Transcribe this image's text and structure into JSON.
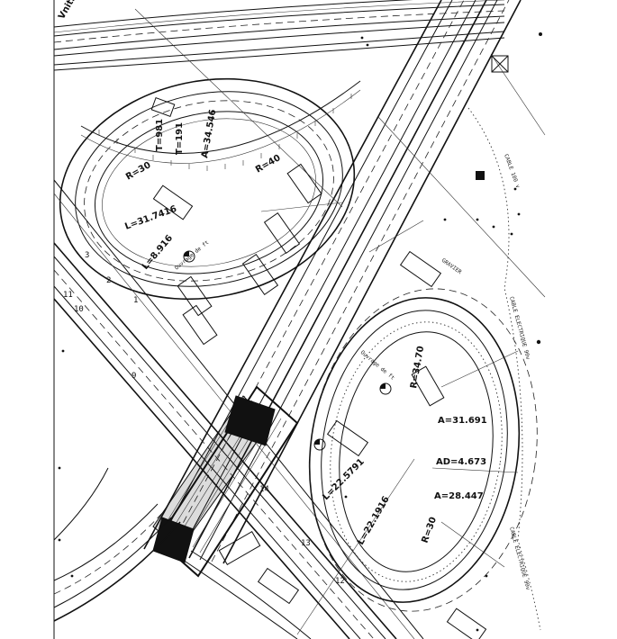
{
  "drawing": {
    "corner_label": "Vnitre",
    "curve_labels": {
      "north_loop_radius": "R=40",
      "north_loop_radius_alt": "R=30",
      "north_tangent_a": "T=981",
      "north_tangent_b": "T=191",
      "north_arc": "A=34.546",
      "north_length": "L=8.916",
      "north_length_b": "L=31.7416",
      "south_loop_arc_1": "A=31.691",
      "south_loop_ad": "AD=4.673",
      "south_loop_arc_2": "A=28.447",
      "south_loop_radius": "R=30",
      "south_loop_radius_2": "R=34.70",
      "ramp_length_1": "L=22.5791",
      "ramp_length_2": "L=22.1916"
    },
    "station_labels": [
      "1",
      "2",
      "3",
      "9",
      "10",
      "11",
      "12",
      "13",
      "14"
    ],
    "cable_labels": {
      "east_cable": "CABLE ELECTRIQUE 90v",
      "south_cable": "CABLE ELECTRIQUE 90v",
      "north_cable": "CABLE 100 v",
      "gravel": "GRAVIER"
    },
    "stop_labels": [
      "Ouvrage de ft",
      "Ouvrage de ft"
    ]
  }
}
